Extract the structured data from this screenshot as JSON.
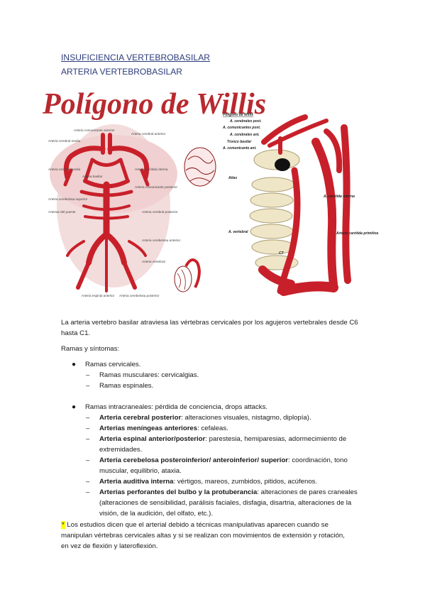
{
  "heading": "INSUFICIENCIA VERTEBROBASILAR",
  "subheading": "ARTERIA VERTEBROBASILAR",
  "figure": {
    "title": "Polígono de Willis",
    "left_labels": [
      "Arteria comunicante anterior",
      "Arteria cerebral media",
      "Arteria cerebral anterior",
      "Arteria cerebral media",
      "Arteria carótida interna",
      "Arteria comunicante posterior",
      "Arteria cerebelosa superior",
      "Arteria cerebral posterior",
      "Arteria basilar",
      "Arterias del puente",
      "Arteria cerebelosa anterior",
      "Arteria vertebral",
      "Arteria espinal anterior",
      "Arteria cerebelosa posterior"
    ],
    "right_labels": [
      "Polígono de Willis",
      "A. cerebrales post.",
      "A. comunicantes post.",
      "A. cerebrales ant.",
      "Tronco basilar",
      "A. comunicante ant.",
      "Atlas",
      "A. carótida interna",
      "A. vertebral",
      "Arteria carótida primitiva",
      "C7"
    ]
  },
  "intro": "La arteria vertebro basilar atraviesa las vértebras cervicales por los agujeros vertebrales desde C6 hasta C1.",
  "ramas_label": "Ramas y síntomas:",
  "cervical": {
    "title": "Ramas cervicales.",
    "items": [
      "Ramas musculares: cervicalgias.",
      "Ramas espinales."
    ]
  },
  "intracraneal": {
    "title": "Ramas intracraneales: pérdida de conciencia, drops attacks.",
    "items": [
      {
        "bold": "Arteria cerebral posterior",
        "rest": ": alteraciones visuales, nistagmo, diplopía)."
      },
      {
        "bold": "Arterias meníngeas anteriores",
        "rest": ": cefaleas."
      },
      {
        "bold": "Arteria espinal anterior/posterior",
        "rest": ": parestesia, hemiparesias, adormecimiento de",
        "cont": [
          "extremidades."
        ]
      },
      {
        "bold": "Arteria cerebelosa posteroinferior/ anteroinferior/ superior",
        "rest": ": coordinación, tono",
        "cont": [
          "muscular, equilibrio, ataxia."
        ]
      },
      {
        "bold": "Arteria auditiva interna",
        "rest": ": vértigos, mareos, zumbidos, pitidos, acúfenos."
      },
      {
        "bold": "Arterias perforantes del bulbo y la protuberancia",
        "rest": ": alteraciones de pares craneales",
        "cont": [
          "(alteraciones de sensibilidad, parálisis faciales, disfagia, disartria, alteraciones de la",
          "visión, de la audición, del olfato, etc.)."
        ]
      }
    ]
  },
  "note": {
    "star": "*",
    "line1": " Los estudios dicen que el arterial debido a técnicas manipulativas aparecen cuando se",
    "line2": "manipulan vértebras cervicales altas y si se realizan con movimientos de extensión y rotación,",
    "line3": "en vez de flexión y lateroflexión."
  },
  "colors": {
    "artery": "#c8202a",
    "heading": "#2a3a7a",
    "bone": "#efe6c8",
    "highlight": "#ffff00",
    "title": "#b8292f"
  }
}
